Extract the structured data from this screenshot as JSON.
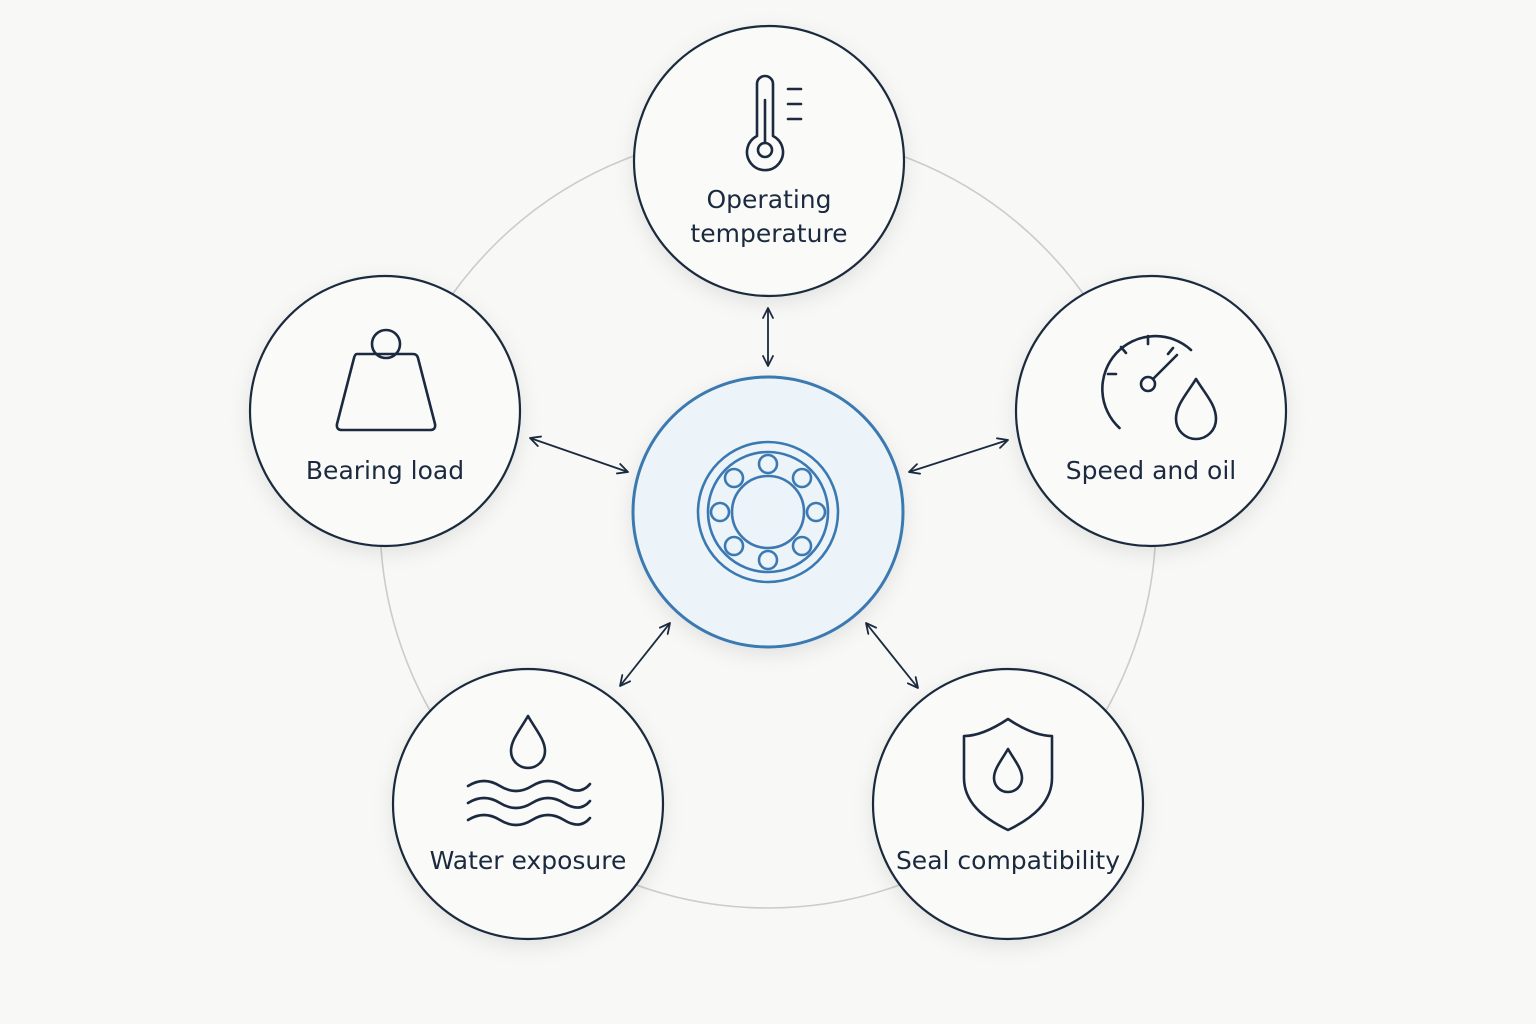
{
  "center": {
    "icon": "ball-bearing-icon",
    "accent": "#3a79b1"
  },
  "nodes": [
    {
      "id": "operating-temperature",
      "label_lines": [
        "Operating",
        "temperature"
      ],
      "icon": "thermometer-icon"
    },
    {
      "id": "speed-and-oil",
      "label_lines": [
        "Speed and oil"
      ],
      "icon": "gauge-with-oil-drop-icon"
    },
    {
      "id": "seal-compatibility",
      "label_lines": [
        "Seal compatibility"
      ],
      "icon": "shield-with-drop-icon"
    },
    {
      "id": "water-exposure",
      "label_lines": [
        "Water exposure"
      ],
      "icon": "drop-over-waves-icon"
    },
    {
      "id": "bearing-load",
      "label_lines": [
        "Bearing load"
      ],
      "icon": "weight-icon"
    }
  ],
  "colors": {
    "background": "#f8f8f7",
    "outline": "#1b2a3e",
    "ring": "#cccccc",
    "center_fill": "#edf4f9"
  }
}
